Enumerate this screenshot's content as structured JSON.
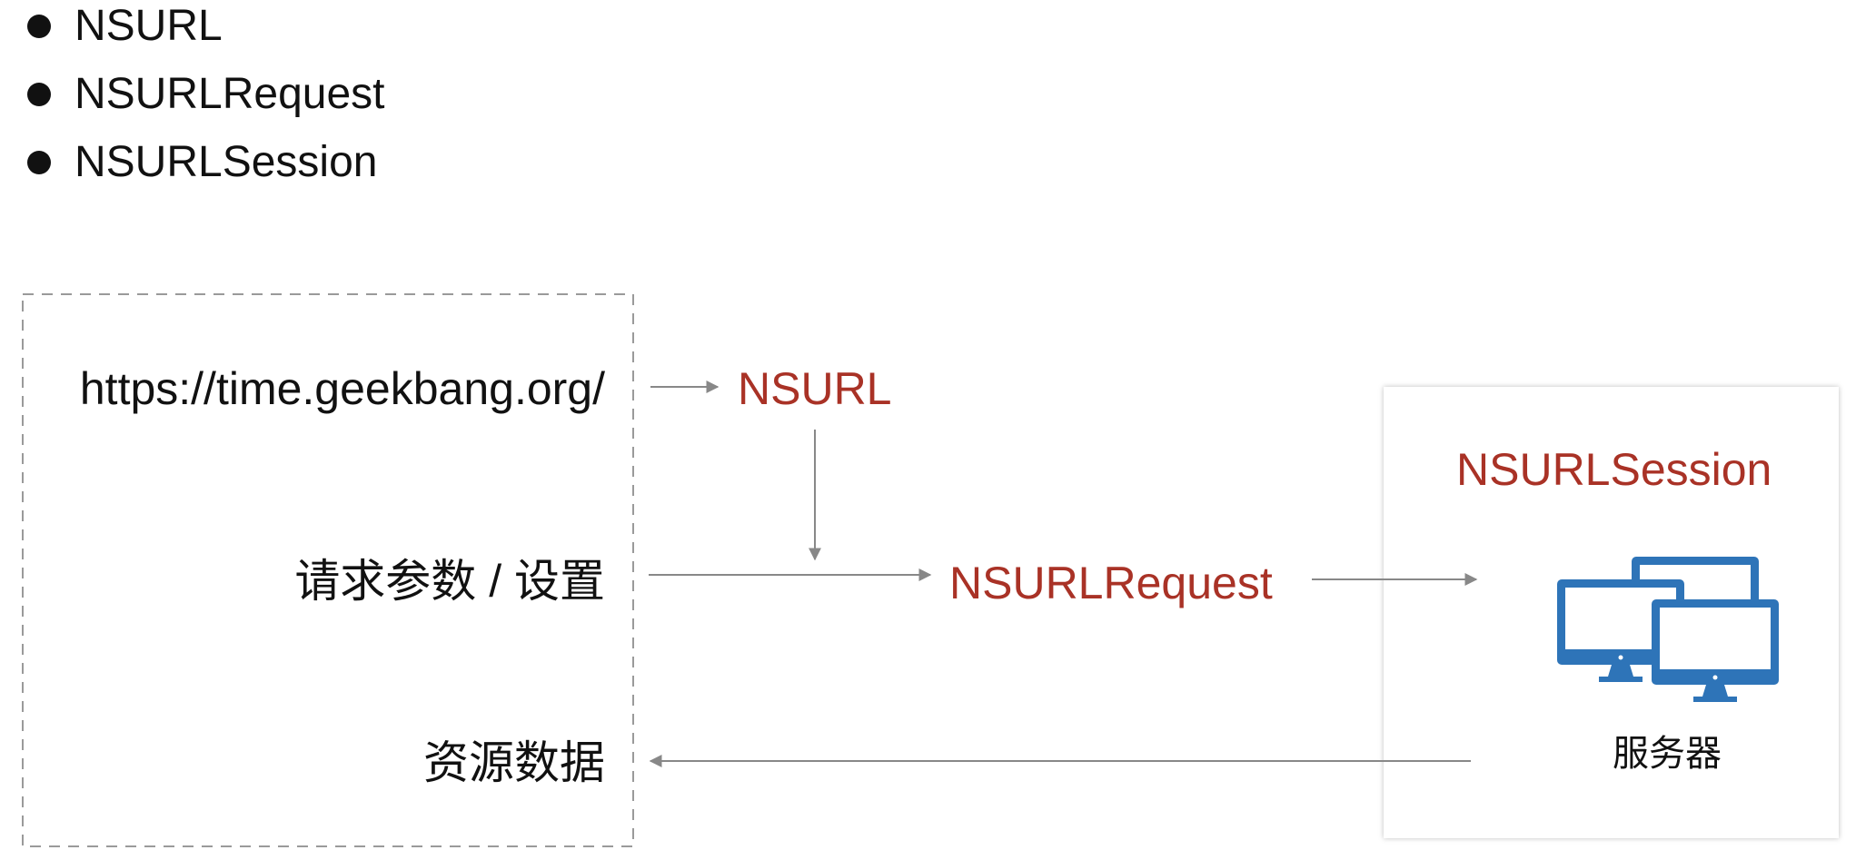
{
  "bullets": [
    "NSURL",
    "NSURLRequest",
    "NSURLSession"
  ],
  "diagram": {
    "url_text": "https://time.geekbang.org/",
    "params_text": "请求参数 / 设置",
    "data_text": "资源数据",
    "nsurl": "NSURL",
    "nsurlrequest": "NSURLRequest",
    "session_title": "NSURLSession",
    "server_label": "服务器",
    "accent_color": "#a93226",
    "monitor_color": "#2e74b8"
  }
}
